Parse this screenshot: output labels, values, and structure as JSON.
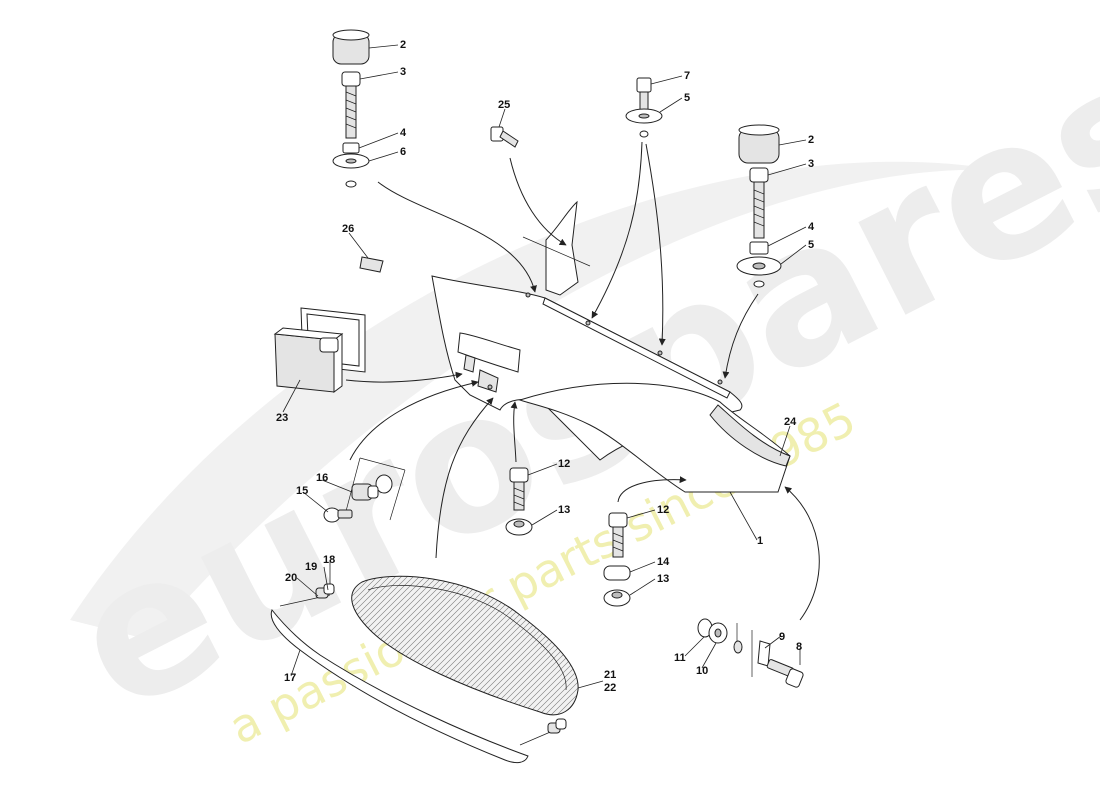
{
  "watermark": {
    "brand": "eurospares",
    "tagline": "a passion for parts since 1985"
  },
  "callouts": [
    "1",
    "2",
    "2",
    "3",
    "3",
    "4",
    "4",
    "5",
    "5",
    "6",
    "7",
    "8",
    "9",
    "10",
    "11",
    "12",
    "12",
    "13",
    "13",
    "14",
    "15",
    "16",
    "17",
    "18",
    "19",
    "20",
    "21",
    "22",
    "23",
    "24",
    "25",
    "26"
  ]
}
